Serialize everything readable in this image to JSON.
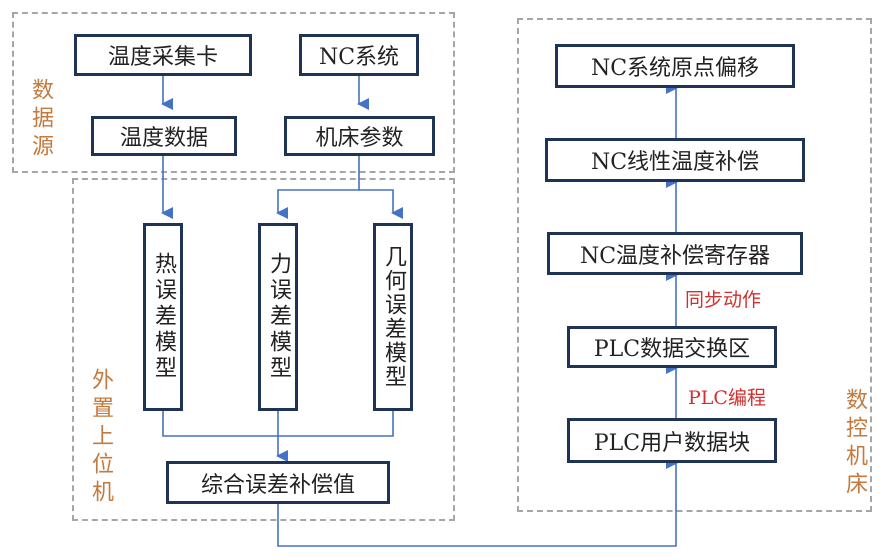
{
  "groups": {
    "data_source": {
      "label": "数据源"
    },
    "host_pc": {
      "label": "外置上位机"
    },
    "cnc_machine": {
      "label": "数控机床"
    }
  },
  "nodes": {
    "temp_card": "温度采集卡",
    "nc_system": "NC系统",
    "temp_data": "温度数据",
    "machine_params": "机床参数",
    "thermal_model": "热误差模型",
    "force_model": "力误差模型",
    "geometric_model": "几何误差模型",
    "combined_comp": "综合误差补偿值",
    "nc_origin_offset": "NC系统原点偏移",
    "nc_linear_temp_comp": "NC线性温度补偿",
    "nc_temp_register": "NC温度补偿寄存器",
    "plc_exchange": "PLC数据交换区",
    "plc_user_block": "PLC用户数据块"
  },
  "edge_labels": {
    "sync_action": "同步动作",
    "plc_programming": "PLC编程"
  },
  "colors": {
    "arrow": "#4472c4",
    "node_border": "#1f3357",
    "group_label": "#c47a3e",
    "edge_label": "#d0302f",
    "group_border": "#a6a6a6"
  }
}
